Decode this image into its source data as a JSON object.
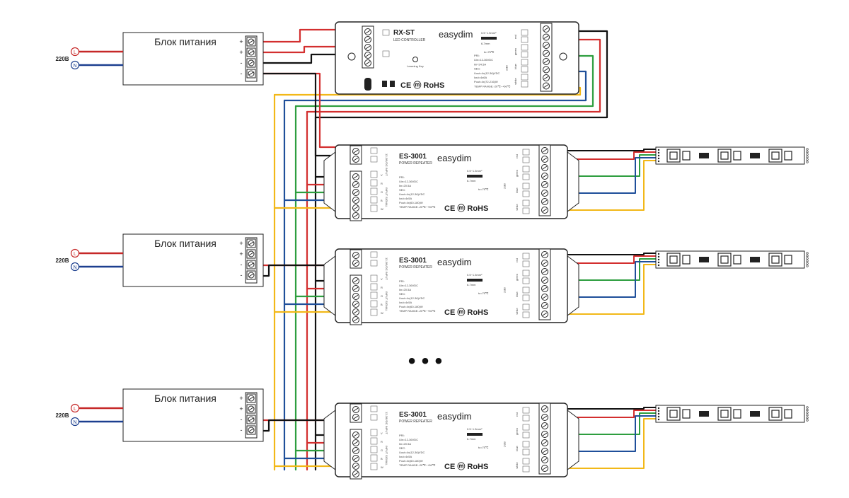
{
  "colors": {
    "red": "#d32f2f",
    "blue": "#1f4f9a",
    "green": "#2e9e3f",
    "yellow": "#f2b818",
    "black": "#111111",
    "ac_line": "#c62828",
    "ac_neutral": "#1c3f8f"
  },
  "power_supplies": [
    {
      "label": "Блок питания",
      "voltage": "220В",
      "line": "L",
      "neutral": "N",
      "terminals": [
        "+",
        "+",
        "-",
        "-"
      ]
    },
    {
      "label": "Блок питания",
      "voltage": "220В",
      "line": "L",
      "neutral": "N",
      "terminals": [
        "+",
        "+",
        "-",
        "-"
      ]
    },
    {
      "label": "Блок питания",
      "voltage": "220В",
      "line": "L",
      "neutral": "N",
      "terminals": [
        "+",
        "+",
        "-",
        "-"
      ]
    }
  ],
  "controller": {
    "model": "RX-ST",
    "subtitle": "LED CONTROLLER",
    "brand": "easydim",
    "learning_key": "Learning Key",
    "pri_specs": [
      "PRI:",
      "Uin=12-36VDC",
      "Iin=24.5A",
      "SEC:",
      "Uout=4x(12-36)VDC",
      "Iout=4x6A",
      "Pout=4x(72-216)W",
      "TEMP RANGE:-20℃~+60℃"
    ],
    "wire": "0.5~1.5mm²",
    "strip": "6-7mm",
    "tc": "tc=75℃",
    "cert": "CE ⓜ RoHS",
    "sec_label": "SEC",
    "channels": [
      "red",
      "green",
      "blue",
      "white"
    ]
  },
  "repeaters": [
    {
      "model": "ES-3001",
      "subtitle": "POWER REPEATER",
      "brand": "easydim"
    },
    {
      "model": "ES-3001",
      "subtitle": "POWER REPEATER",
      "brand": "easydim"
    },
    {
      "model": "ES-3001",
      "subtitle": "POWER REPEATER",
      "brand": "easydim"
    }
  ],
  "repeater_specs": [
    "PRI:",
    "Uin=12-36VDC",
    "Iin=20.5A",
    "SEC:",
    "Uout=4x(12-36)VDC",
    "Iout=4x5A",
    "Pout=4x(60-180)W",
    "TEMP RANGE:-20℃~+50℃"
  ],
  "repeater_wire": "0.5~1.5mm²",
  "repeater_strip": "6-7mm",
  "repeater_tc": "tc=75℃",
  "repeater_cert": "CE ⓜ RoHS",
  "repeater_sec": "SEC",
  "repeater_input_label": "INPUT SIGNAL",
  "repeater_power_label": "12-36VDC INPUT",
  "repeater_signal_letters": [
    "V",
    "R",
    "G",
    "B",
    "W"
  ],
  "repeater_channels": [
    "red",
    "green",
    "blue",
    "white"
  ],
  "ellipsis": "• • •"
}
